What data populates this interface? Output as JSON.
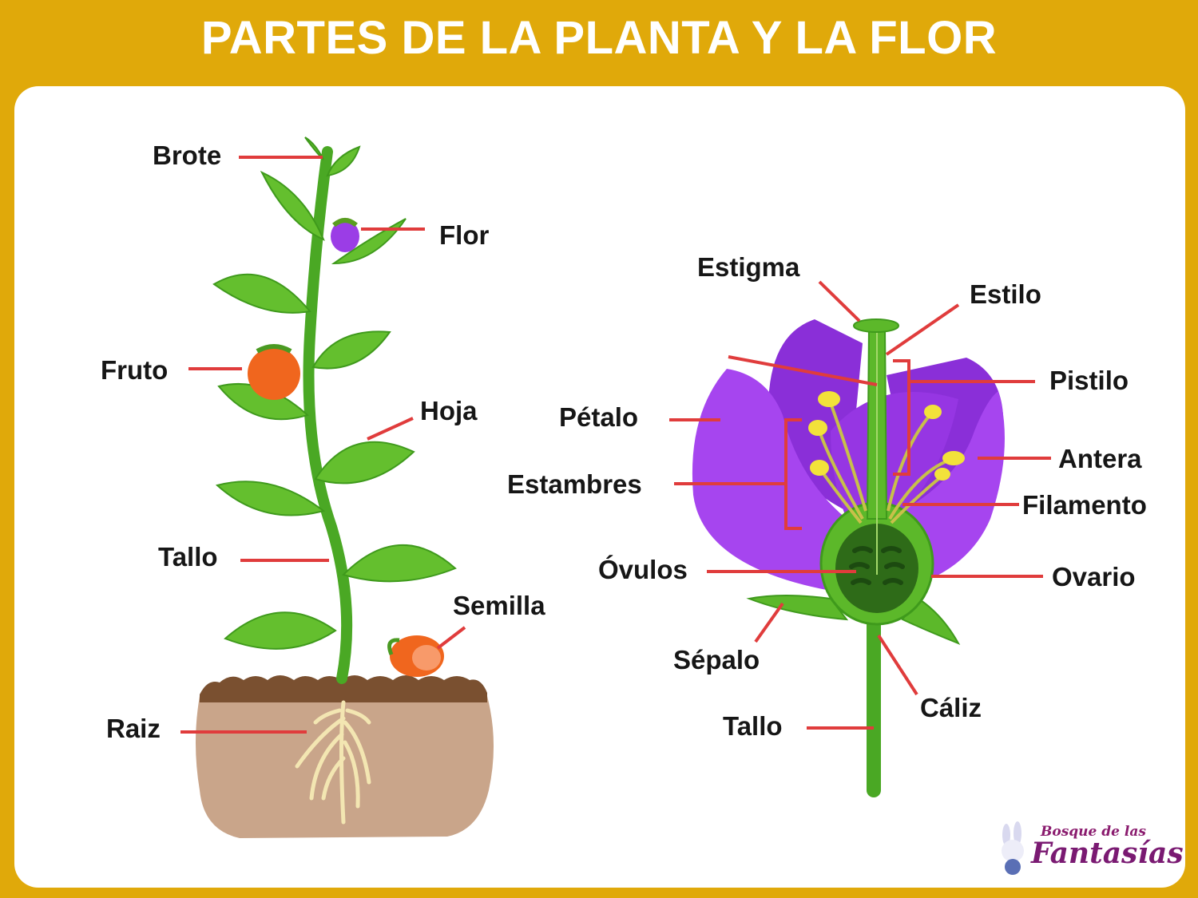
{
  "title": "PARTES DE LA PLANTA Y LA FLOR",
  "plant_labels": {
    "brote": "Brote",
    "flor": "Flor",
    "fruto": "Fruto",
    "hoja": "Hoja",
    "tallo": "Tallo",
    "semilla": "Semilla",
    "raiz": "Raiz"
  },
  "flower_labels": {
    "estigma": "Estigma",
    "estilo": "Estilo",
    "pistilo": "Pistilo",
    "petalo": "Pétalo",
    "antera": "Antera",
    "estambres": "Estambres",
    "filamento": "Filamento",
    "ovulos": "Óvulos",
    "ovario": "Ovario",
    "sepalo": "Sépalo",
    "caliz": "Cáliz",
    "tallo": "Tallo"
  },
  "logo": {
    "line1": "Bosque de las",
    "line2": "Fantasías"
  },
  "colors": {
    "frame": "#e0a90a",
    "leader": "#e03c3c",
    "leaf": "#5cb82a",
    "petal": "#9b3de6",
    "soil": "#c9a58a"
  }
}
